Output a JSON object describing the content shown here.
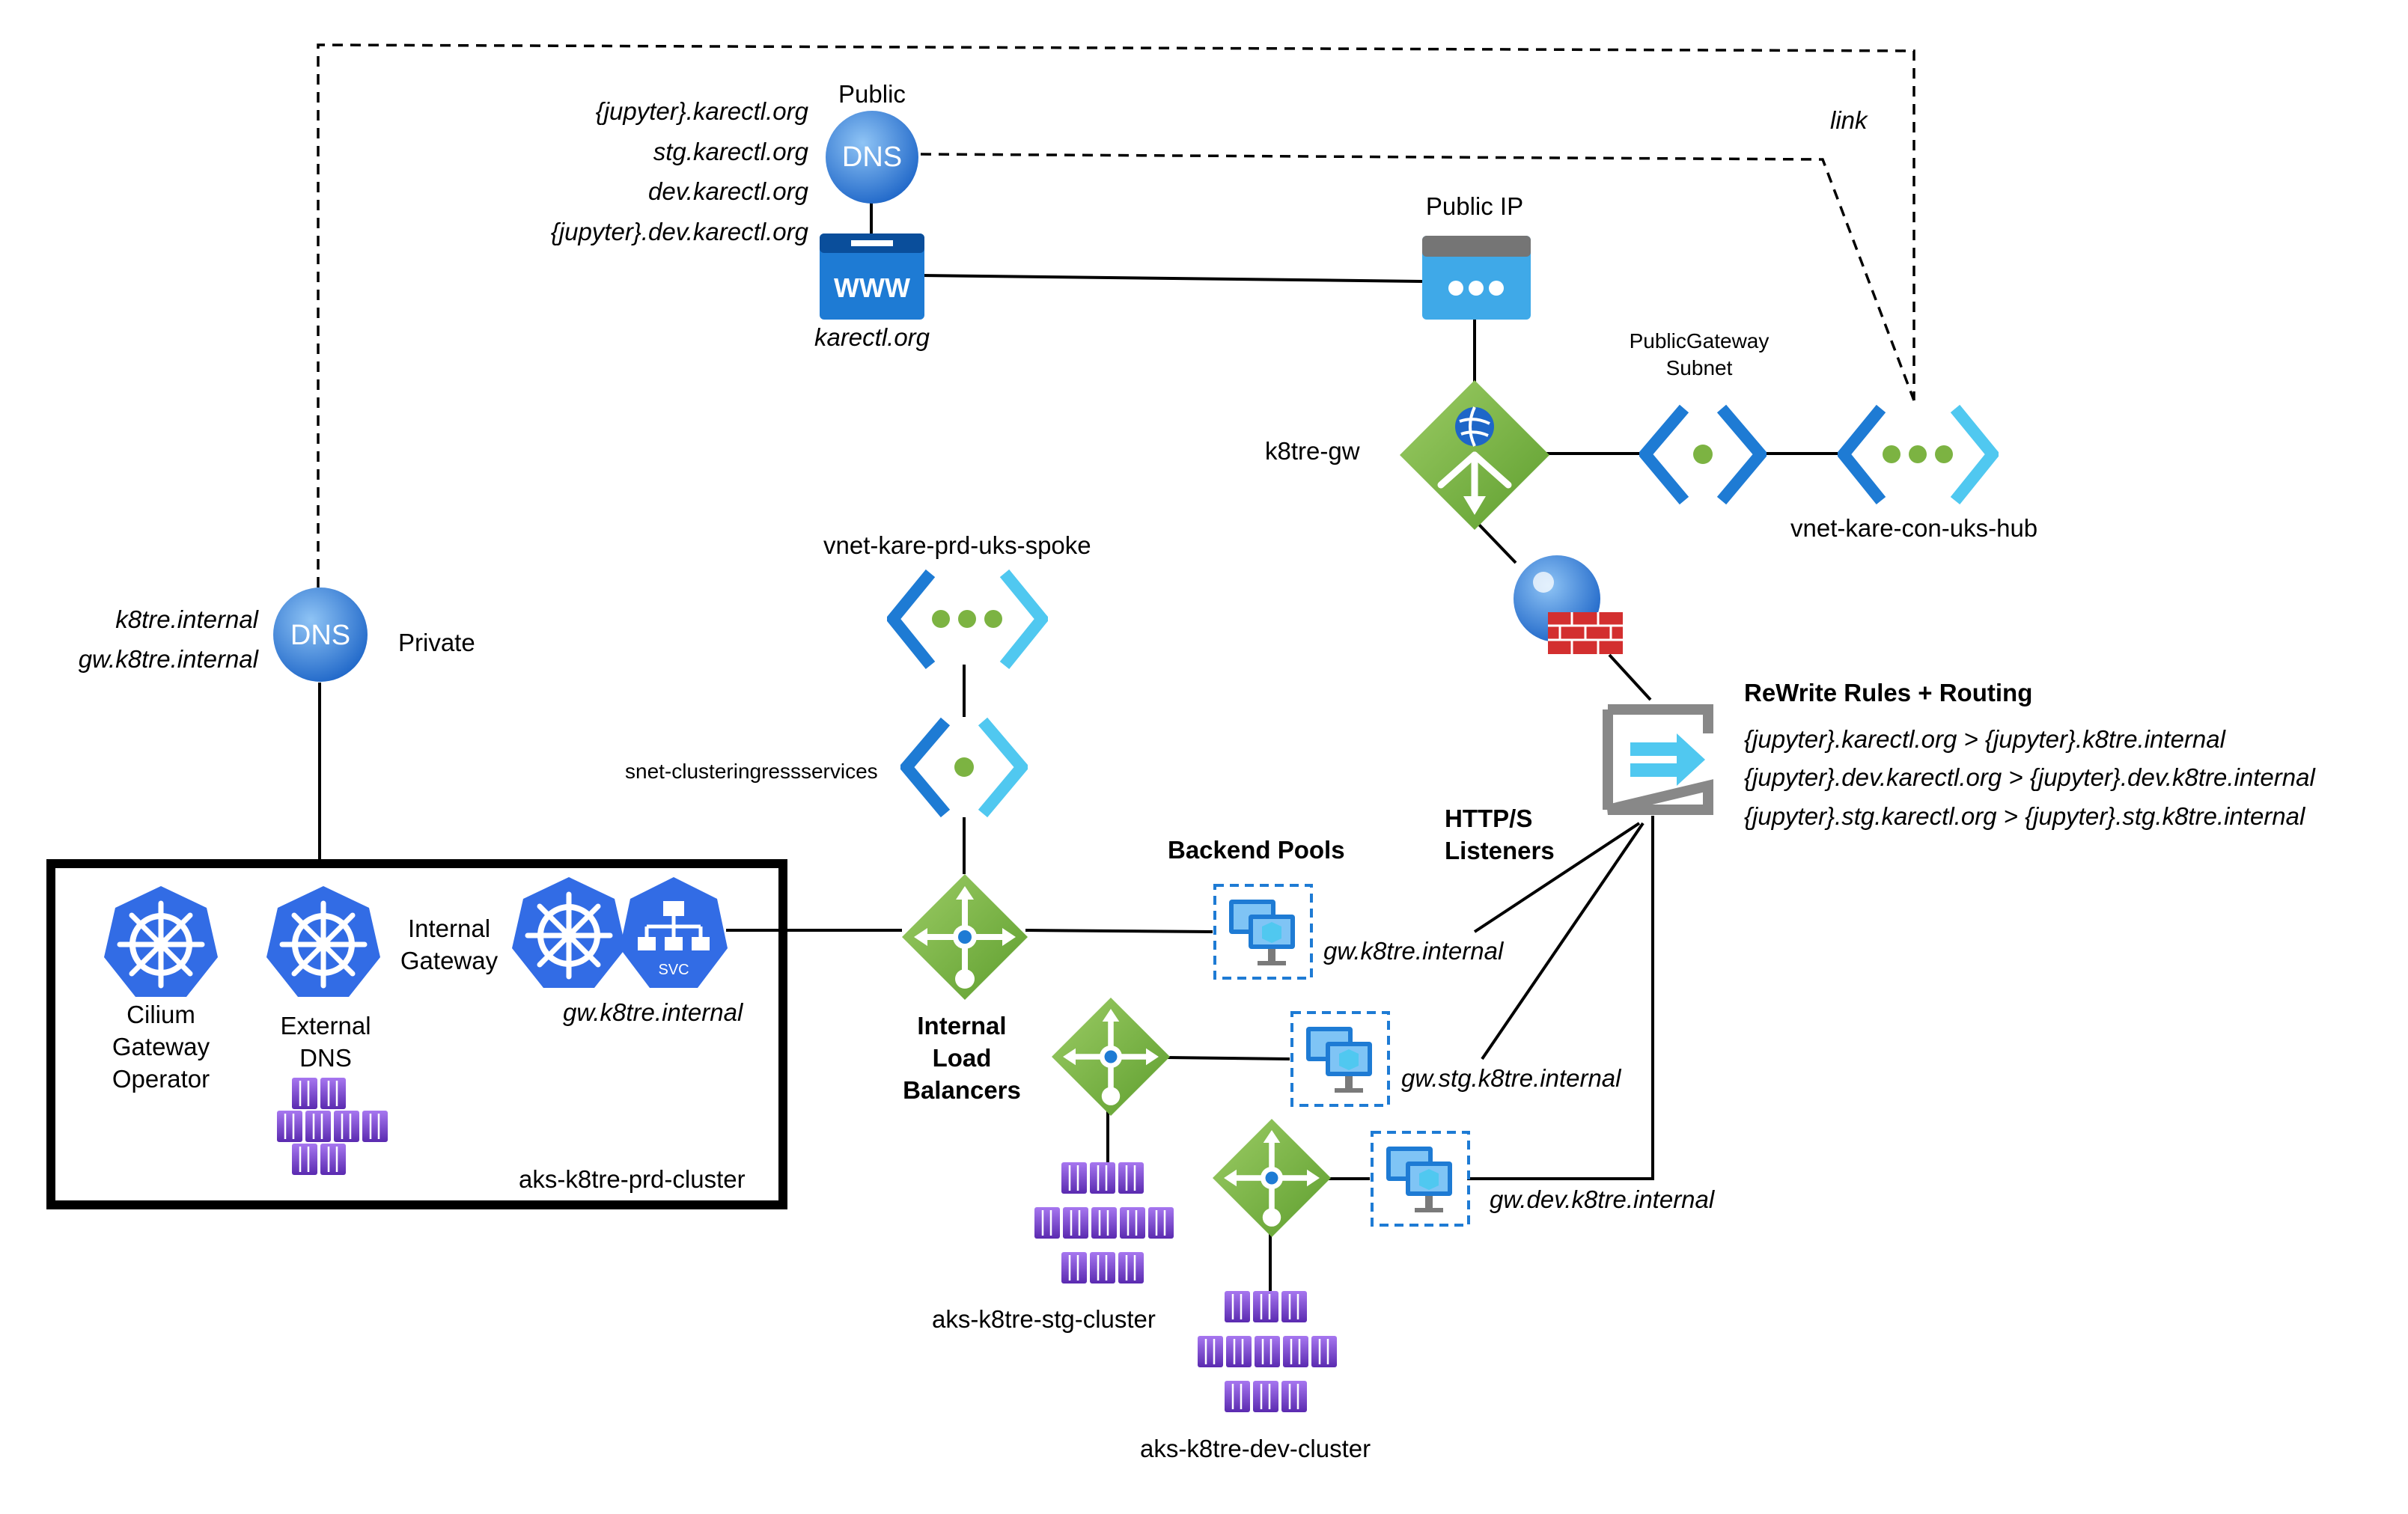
{
  "public_dns": {
    "heading": "Public",
    "badge": "DNS",
    "records": [
      "{jupyter}.karectl.org",
      "stg.karectl.org",
      "dev.karectl.org",
      "{jupyter}.dev.karectl.org"
    ]
  },
  "domain": {
    "badge": "WWW",
    "label": "karectl.org"
  },
  "public_ip": {
    "label": "Public IP"
  },
  "link": {
    "label": "link"
  },
  "gateway": {
    "label": "k8tre-gw"
  },
  "public_gateway_subnet": {
    "line1": "PublicGateway",
    "line2": "Subnet"
  },
  "hub_vnet": {
    "label": "vnet-kare-con-uks-hub"
  },
  "spoke_vnet": {
    "label": "vnet-kare-prd-uks-spoke"
  },
  "ingress_subnet": {
    "label": "snet-clusteringressservices"
  },
  "private_dns": {
    "badge": "DNS",
    "label": "Private",
    "records": [
      "k8tre.internal",
      "gw.k8tre.internal"
    ]
  },
  "rewrite": {
    "title": "ReWrite Rules + Routing",
    "rules": [
      "{jupyter}.karectl.org > {jupyter}.k8tre.internal",
      "{jupyter}.dev.karectl.org > {jupyter}.dev.k8tre.internal",
      "{jupyter}.stg.karectl.org > {jupyter}.stg.k8tre.internal"
    ]
  },
  "listeners": {
    "line1": "HTTP/S",
    "line2": "Listeners"
  },
  "backend_pools": {
    "title": "Backend Pools",
    "targets": [
      "gw.k8tre.internal",
      "gw.stg.k8tre.internal",
      "gw.dev.k8tre.internal"
    ]
  },
  "internal_lb": {
    "line1": "Internal",
    "line2": "Load",
    "line3": "Balancers"
  },
  "prd_cluster": {
    "name": "aks-k8tre-prd-cluster",
    "operator": {
      "line1": "Cilium",
      "line2": "Gateway",
      "line3": "Operator"
    },
    "external_dns": {
      "line1": "External",
      "line2": "DNS"
    },
    "internal_gateway": {
      "line1": "Internal",
      "line2": "Gateway",
      "host": "gw.k8tre.internal",
      "svc_badge": "SVC"
    }
  },
  "stg_cluster": {
    "name": "aks-k8tre-stg-cluster"
  },
  "dev_cluster": {
    "name": "aks-k8tre-dev-cluster"
  },
  "colors": {
    "k8s_blue": "#326CE5",
    "azure_blue": "#1E7BD4",
    "vnet_light": "#50E6FF",
    "green": "#7CB342",
    "purple": "#773ADC",
    "firewall_red": "#D32F2F",
    "text": "#000000"
  }
}
